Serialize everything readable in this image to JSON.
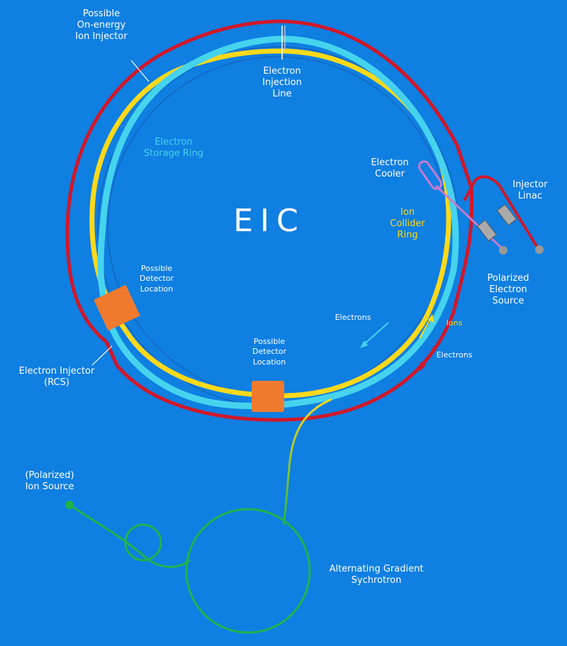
{
  "title": "EIC",
  "labels": {
    "on_energy_ion_injector": [
      "Possible",
      "On-energy",
      "Ion Injector"
    ],
    "electron_injection_line": [
      "Electron",
      "Injection",
      "Line"
    ],
    "electron_storage_ring": [
      "Electron",
      "Storage Ring"
    ],
    "electron_cooler": [
      "Electron",
      "Cooler"
    ],
    "injector_linac": [
      "Injector",
      "Linac"
    ],
    "ion_collider_ring": [
      "Ion",
      "Collider",
      "Ring"
    ],
    "polarized_electron_source": [
      "Polarized",
      "Electron",
      "Source"
    ],
    "detector_left": [
      "Possible",
      "Detector",
      "Location"
    ],
    "detector_bottom": [
      "Possible",
      "Detector",
      "Location"
    ],
    "electrons_inner": "Electrons",
    "ions": "Ions",
    "electrons_outer": "Electrons",
    "electron_injector_rcs": [
      "Electron Injector",
      "(RCS)"
    ],
    "polarized_ion_source": [
      "(Polarized)",
      "Ion Source"
    ],
    "ags": [
      "Alternating Gradient",
      "Sychrotron"
    ]
  },
  "colors": {
    "background": "#0f7fe1",
    "electron_ring": "#45d3ee",
    "ion_ring": "#ffd91a",
    "rcs_ring": "#d0182a",
    "ags": "#22b24c",
    "detector": "#ef7a2e",
    "cooler": "#c77bd0",
    "label": "#ffffff"
  }
}
